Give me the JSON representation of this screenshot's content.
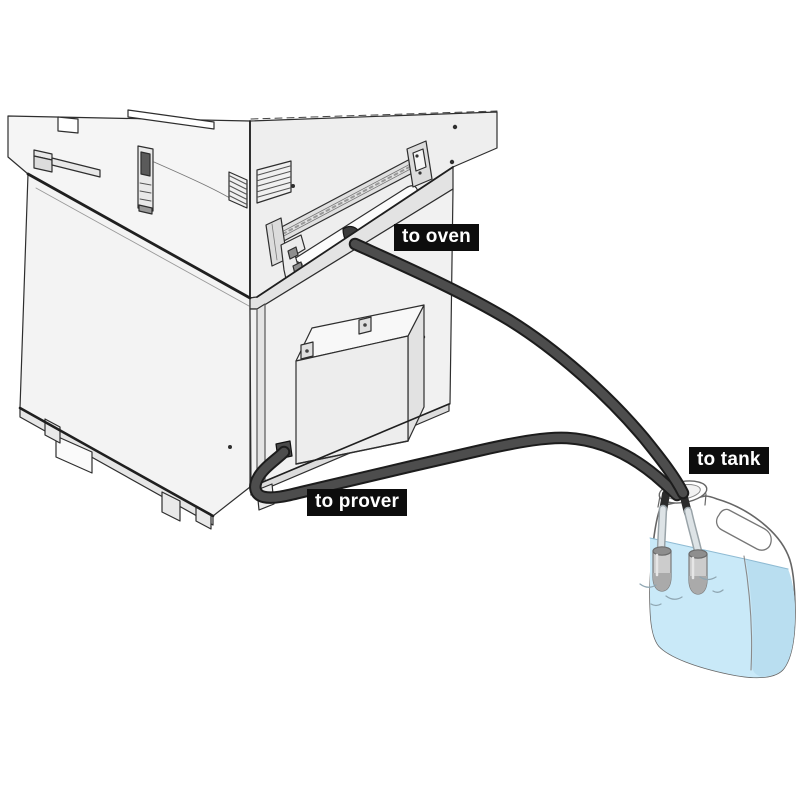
{
  "labels": {
    "oven": "to oven",
    "prover": "to prover",
    "tank": "to tank"
  },
  "colors": {
    "label_bg": "#0d0d0d",
    "label_text": "#ffffff",
    "water": "#c9e9f8",
    "water_shade": "#b9def0",
    "tube": "#4d4d4d",
    "tube_edge": "#1c1c1c",
    "panel": "#f1f1f1",
    "line": "#2e2e2e"
  }
}
